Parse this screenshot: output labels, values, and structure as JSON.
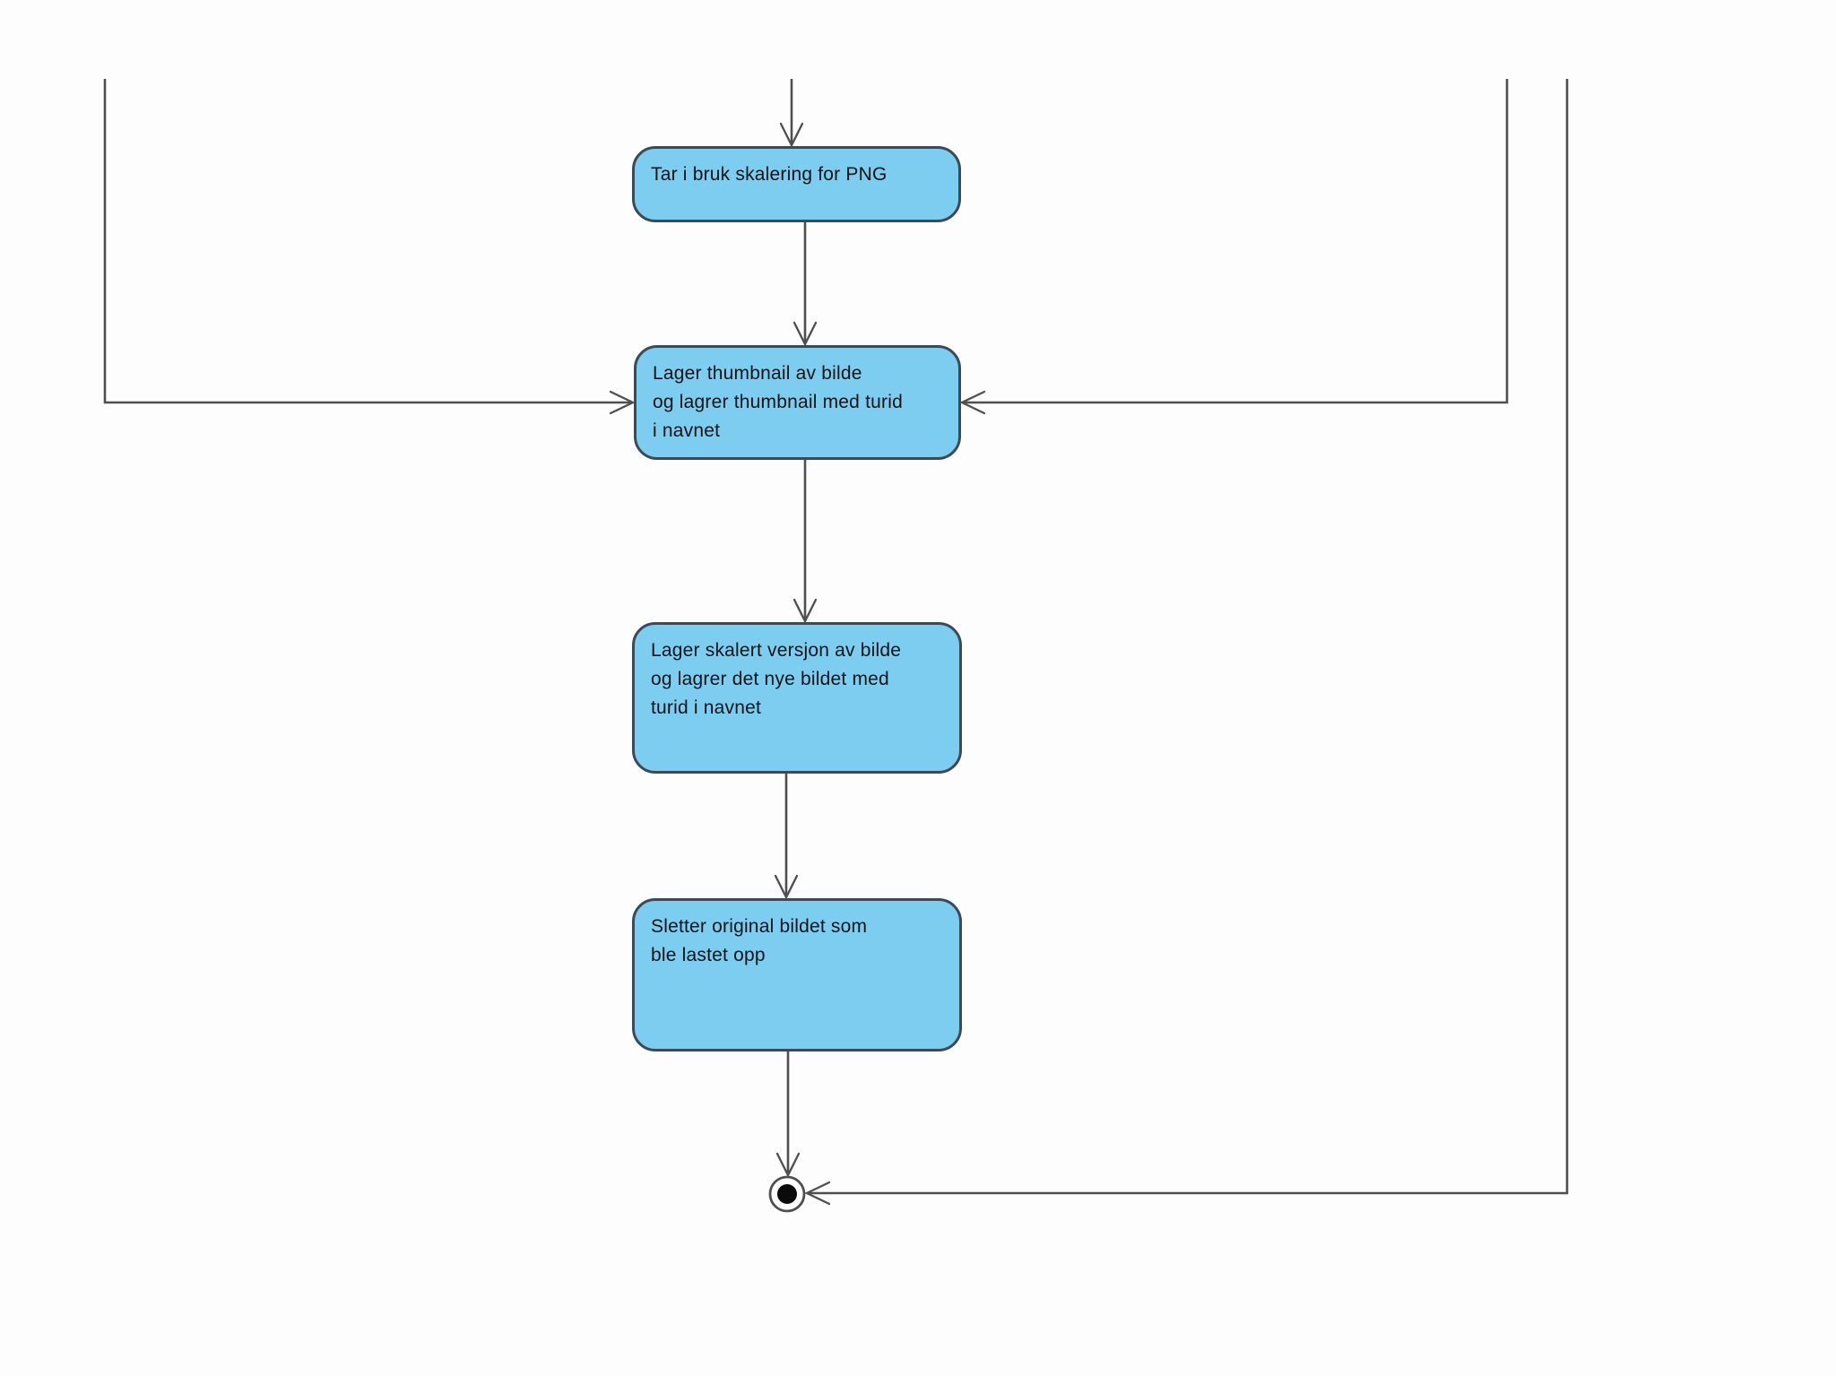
{
  "diagram": {
    "type": "uml-activity-diagram",
    "nodes": [
      {
        "id": "apply-png-scaling",
        "type": "action",
        "label": "Tar i bruk skalering for PNG"
      },
      {
        "id": "create-thumbnail",
        "type": "action",
        "label": "Lager thumbnail av bilde\nog lagrer thumbnail med turid\ni navnet"
      },
      {
        "id": "create-scaled-version",
        "type": "action",
        "label": "Lager skalert versjon av bilde\nog lagrer det nye bildet med\nturid i navnet"
      },
      {
        "id": "delete-original",
        "type": "action",
        "label": "Sletter original bildet som\nble lastet opp"
      },
      {
        "id": "final-state",
        "type": "final-state",
        "label": ""
      }
    ],
    "edges": [
      {
        "from": "offscreen-top",
        "to": "apply-png-scaling"
      },
      {
        "from": "apply-png-scaling",
        "to": "create-thumbnail"
      },
      {
        "from": "offscreen-top-left",
        "to": "create-thumbnail"
      },
      {
        "from": "offscreen-top-right",
        "to": "create-thumbnail"
      },
      {
        "from": "create-thumbnail",
        "to": "create-scaled-version"
      },
      {
        "from": "create-scaled-version",
        "to": "delete-original"
      },
      {
        "from": "delete-original",
        "to": "final-state"
      },
      {
        "from": "offscreen-top-far-right",
        "to": "final-state"
      }
    ],
    "colors": {
      "node_fill": "#7ccdf0",
      "node_border": "#3b4a55",
      "edge": "#4f4f4f",
      "text": "#0e1316",
      "background": "#fdfdfd",
      "final_dot": "#0b0b0b"
    }
  }
}
